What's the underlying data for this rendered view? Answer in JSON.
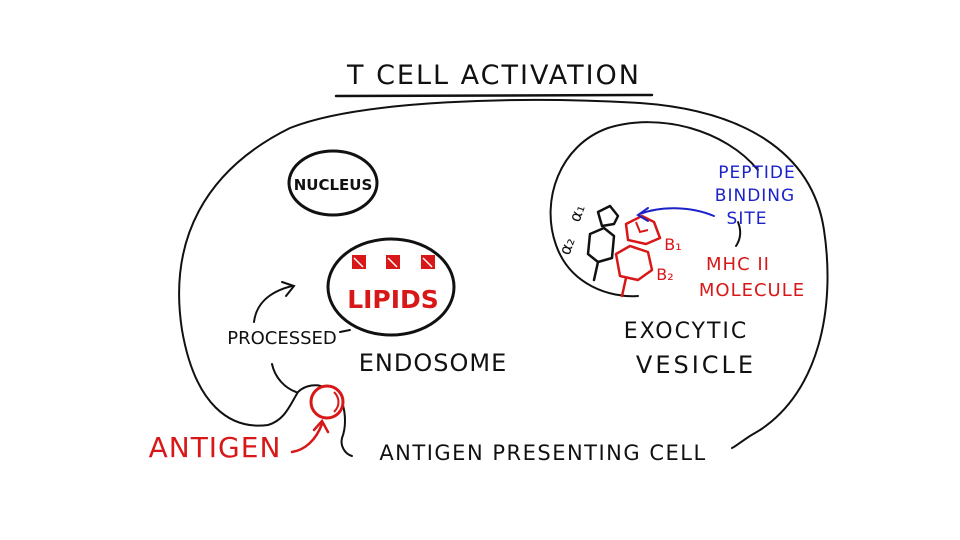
{
  "title": "T CELL ACTIVATION",
  "labels": {
    "nucleus": "NUCLEUS",
    "lipids": "LIPIDS",
    "endosome": "ENDOSOME",
    "processed": "PROCESSED",
    "antigen": "ANTIGEN",
    "apc": "ANTIGEN PRESENTING CELL",
    "peptide_line1": "PEPTIDE",
    "peptide_line2": "BINDING",
    "peptide_line3": "SITE",
    "mhc_line1": "MHC II",
    "mhc_line2": "MOLECULE",
    "exocytic_line1": "EXOCYTIC",
    "exocytic_line2": "VESICLE",
    "alpha1": "α₁",
    "alpha2": "α₂",
    "beta1": "B₁",
    "beta2": "B₂"
  },
  "colors": {
    "ink": "#111111",
    "red": "#d81818",
    "blue": "#1a22c8"
  }
}
